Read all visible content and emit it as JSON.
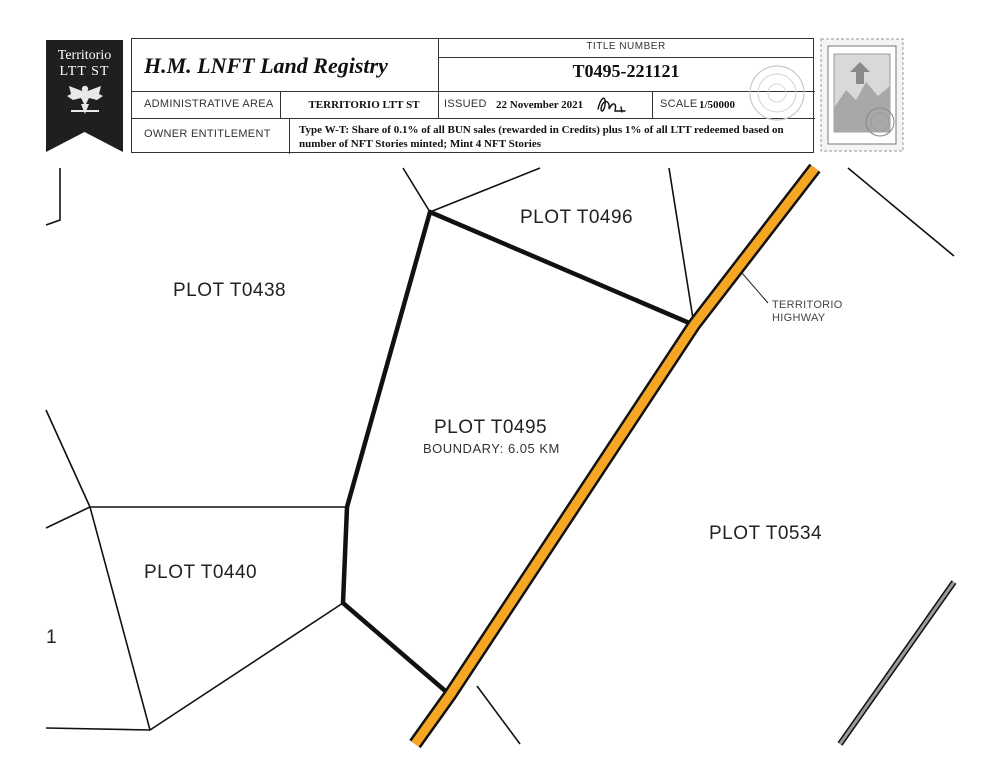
{
  "banner": {
    "name": "Territorio",
    "sub": "LTT ST",
    "color": "#1f1f22"
  },
  "header": {
    "registry_title": "H.M. LNFT Land Registry",
    "title_number_label": "TITLE NUMBER",
    "title_number": "T0495-221121",
    "admin_area_label": "ADMINISTRATIVE AREA",
    "admin_area_value": "TERRITORIO LTT ST",
    "issued_label": "ISSUED",
    "issued_value": "22 November 2021",
    "scale_label": "SCALE",
    "scale_value": "1/50000",
    "owner_label": "OWNER ENTITLEMENT",
    "owner_value": "Type W-T: Share of 0.1% of all BUN sales (rewarded in Credits) plus 1% of all LTT redeemed based on number of NFT Stories minted; Mint 4 NFT Stories"
  },
  "map": {
    "plots": [
      {
        "id": "T0496",
        "label": "PLOT T0496"
      },
      {
        "id": "T0438",
        "label": "PLOT T0438"
      },
      {
        "id": "T0495",
        "label": "PLOT T0495",
        "sub": "BOUNDARY: 6.05 KM"
      },
      {
        "id": "T0534",
        "label": "PLOT T0534"
      },
      {
        "id": "T0440",
        "label": "PLOT T0440"
      }
    ],
    "edge_fragment": "1",
    "road": {
      "line1": "TERRITORIO",
      "line2": "HIGHWAY",
      "color": "#f5a623"
    }
  }
}
